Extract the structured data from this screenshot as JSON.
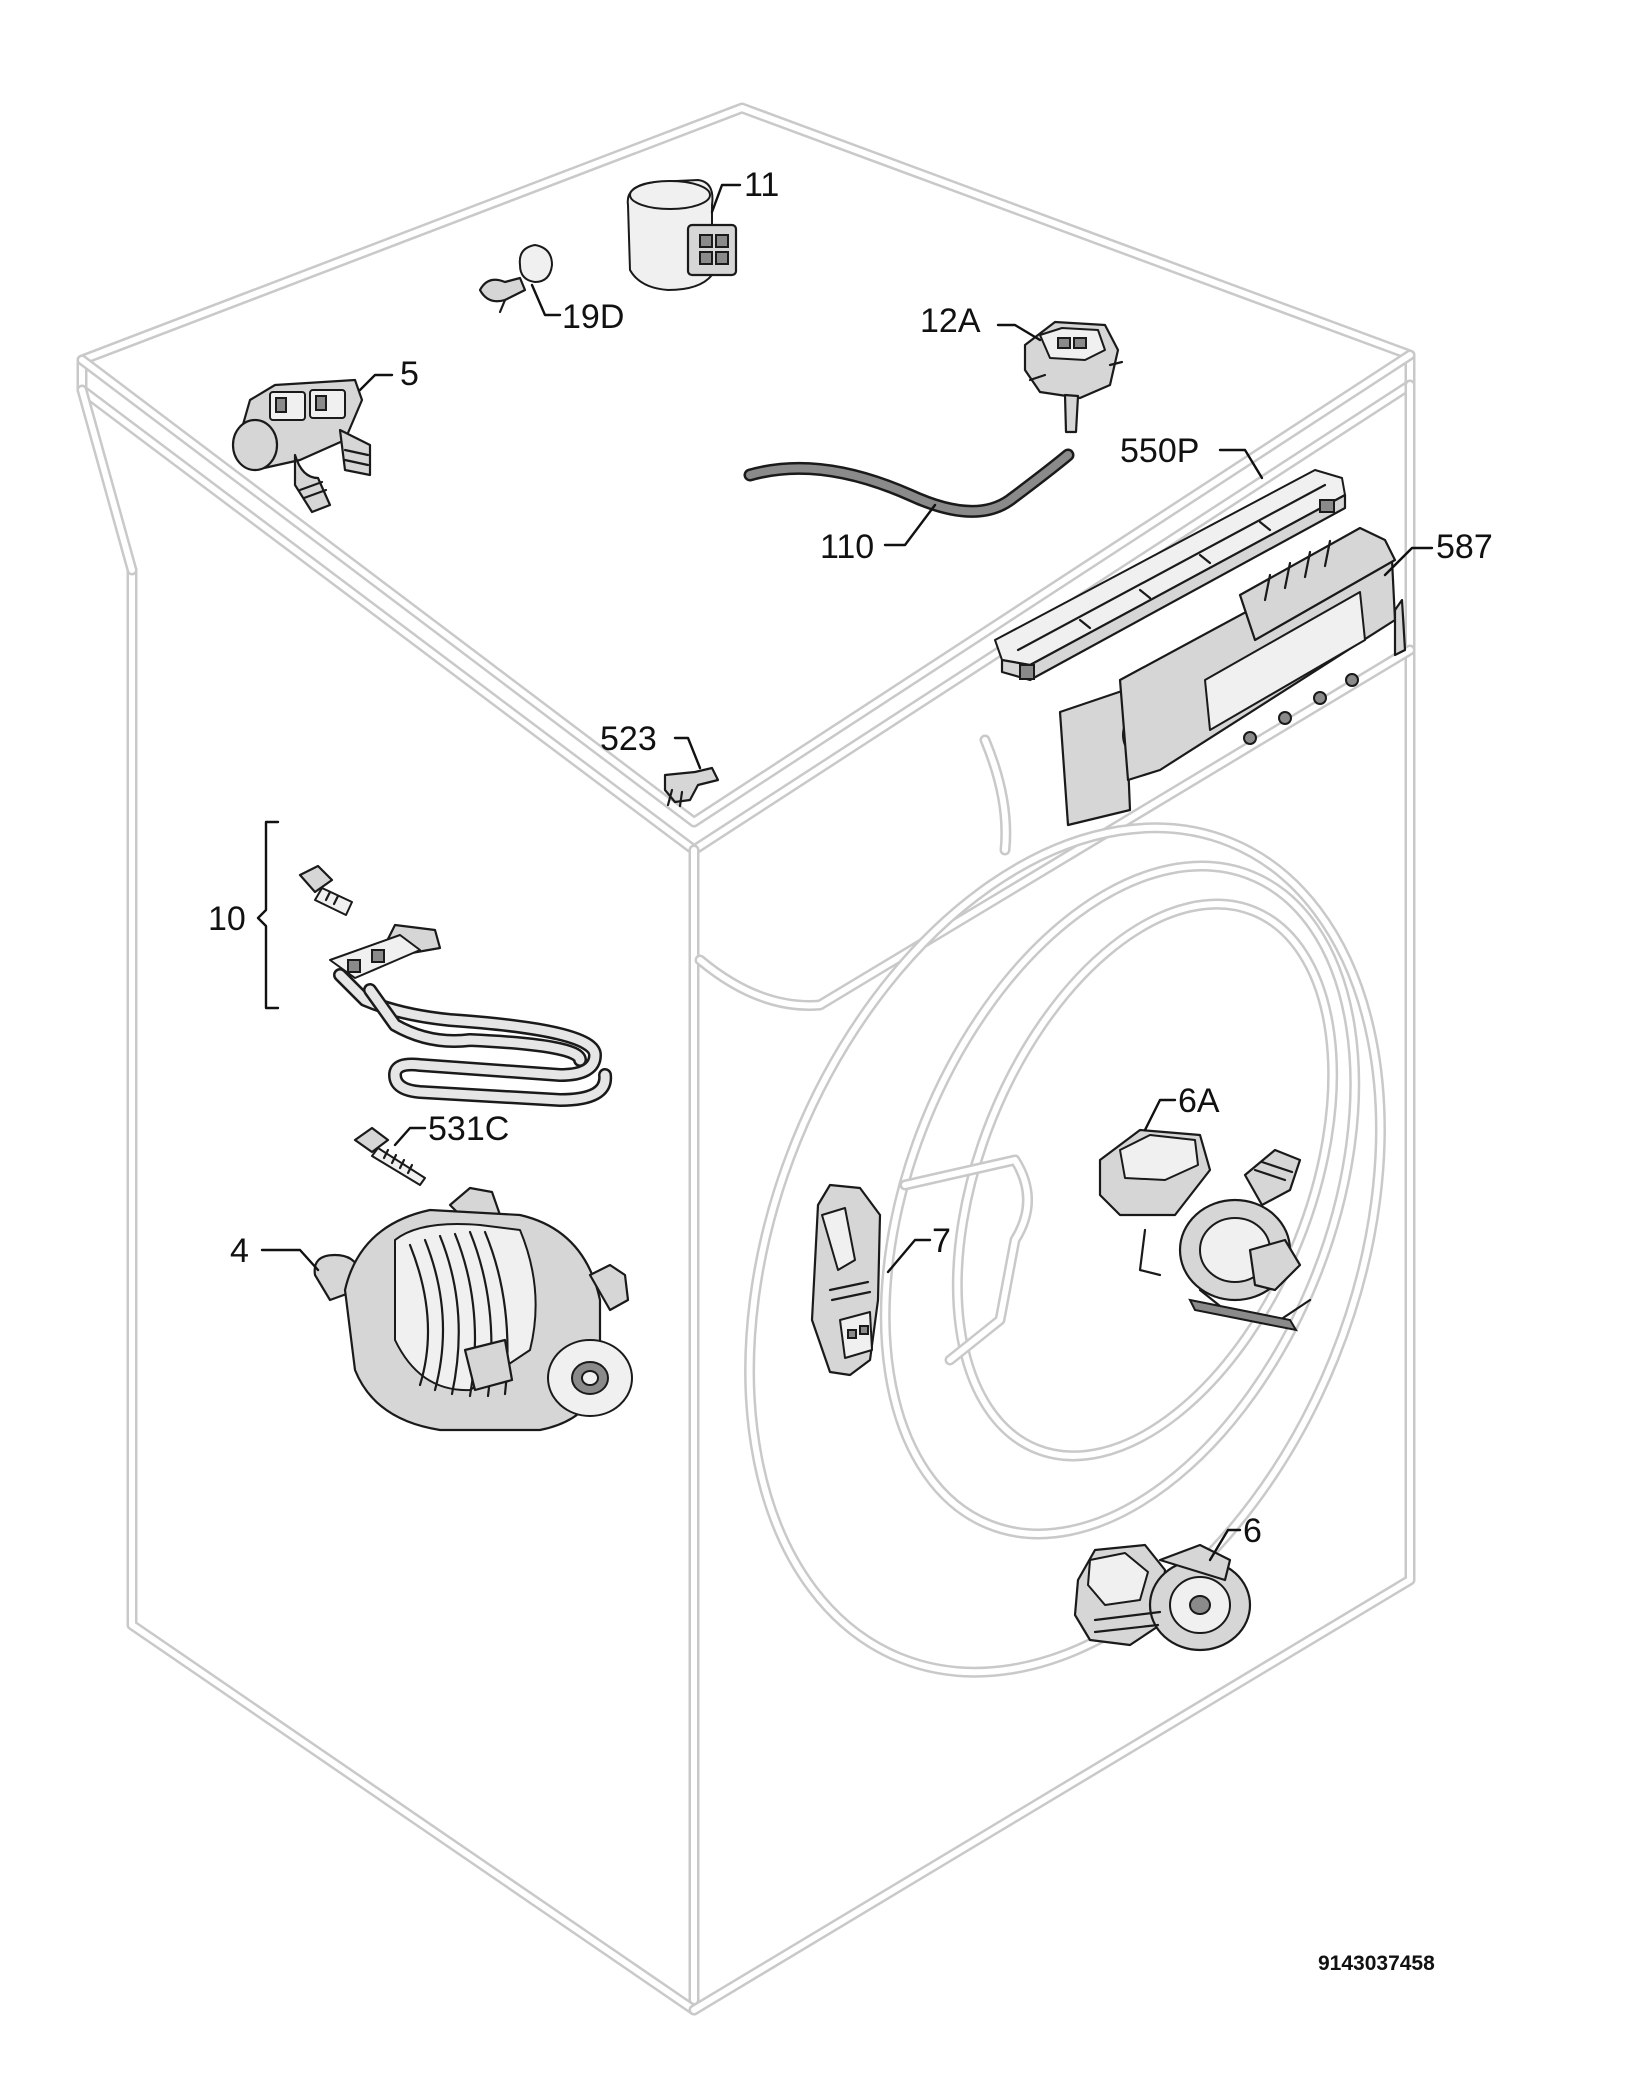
{
  "diagram": {
    "labels": {
      "p11": "11",
      "p19d": "19D",
      "p5": "5",
      "p12a": "12A",
      "p550p": "550P",
      "p110": "110",
      "p587": "587",
      "p523": "523",
      "p10": "10",
      "p531c": "531C",
      "p6a": "6A",
      "p4": "4",
      "p7": "7",
      "p6": "6"
    },
    "drawing_number": "9143037458"
  }
}
